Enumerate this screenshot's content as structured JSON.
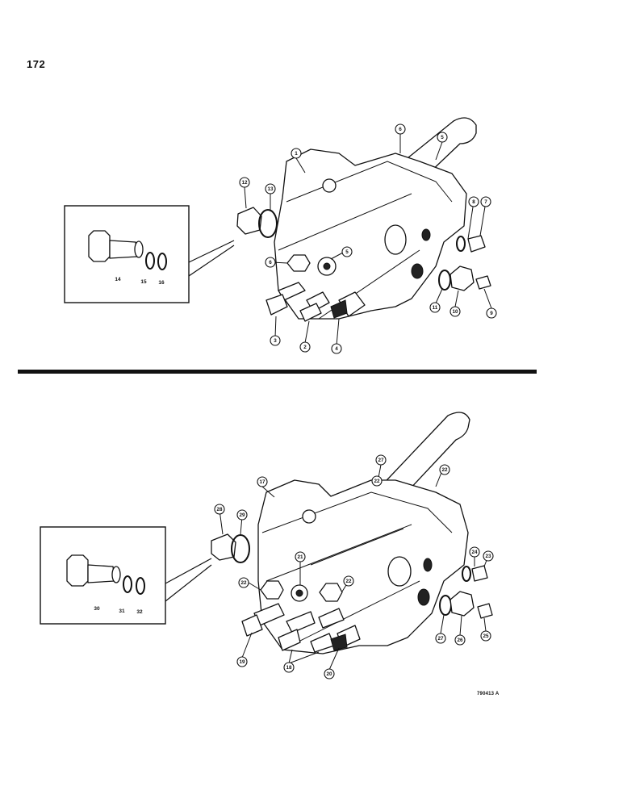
{
  "page": {
    "number": "172",
    "figure_code": "790413 A"
  },
  "top_assembly": {
    "callouts": [
      "1",
      "2",
      "3",
      "4",
      "5",
      "6",
      "6",
      "5",
      "8",
      "7",
      "9",
      "10",
      "11",
      "12",
      "13"
    ],
    "inset_labels": [
      "14",
      "15",
      "16"
    ]
  },
  "bottom_assembly": {
    "callouts": [
      "17",
      "18",
      "19",
      "20",
      "21",
      "22",
      "22",
      "22",
      "22",
      "23",
      "24",
      "25",
      "26",
      "27",
      "27",
      "28",
      "29"
    ],
    "inset_labels": [
      "30",
      "31",
      "32"
    ]
  },
  "colors": {
    "ink": "#111111",
    "paper": "#ffffff"
  }
}
